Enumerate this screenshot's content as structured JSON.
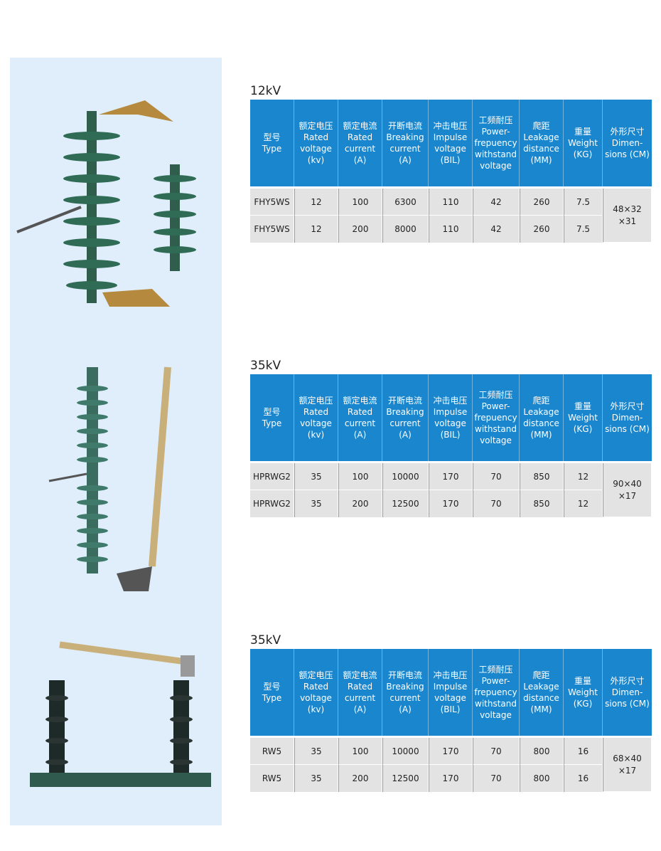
{
  "headers": [
    {
      "cn": "型号",
      "en": "Type"
    },
    {
      "cn": "额定电压",
      "en": "Rated voltage (kv)"
    },
    {
      "cn": "额定电流",
      "en": "Rated current (A)"
    },
    {
      "cn": "开断电流",
      "en": "Breaking current (A)"
    },
    {
      "cn": "冲击电压",
      "en": "Impulse voltage (BIL)"
    },
    {
      "cn": "工频耐压",
      "en": "Power- frepuency withstand voltage"
    },
    {
      "cn": "爬距",
      "en": "Leakage distance (MM)"
    },
    {
      "cn": "重量",
      "en": "Weight (KG)"
    },
    {
      "cn": "外形尺寸",
      "en": "Dimen- sions (CM)"
    }
  ],
  "sections": [
    {
      "title": "12kV",
      "rows": [
        [
          "FHY5WS",
          "12",
          "100",
          "6300",
          "110",
          "42",
          "260",
          "7.5"
        ],
        [
          "FHY5WS",
          "12",
          "200",
          "8000",
          "110",
          "42",
          "260",
          "7.5"
        ]
      ],
      "dims": "48×32 ×31"
    },
    {
      "title": "35kV",
      "rows": [
        [
          "HPRWG2",
          "35",
          "100",
          "10000",
          "170",
          "70",
          "850",
          "12"
        ],
        [
          "HPRWG2",
          "35",
          "200",
          "12500",
          "170",
          "70",
          "850",
          "12"
        ]
      ],
      "dims": "90×40 ×17"
    },
    {
      "title": "35kV",
      "rows": [
        [
          "RW5",
          "35",
          "100",
          "10000",
          "170",
          "70",
          "800",
          "16"
        ],
        [
          "RW5",
          "35",
          "200",
          "12500",
          "170",
          "70",
          "800",
          "16"
        ]
      ],
      "dims": "68×40 ×17"
    }
  ]
}
